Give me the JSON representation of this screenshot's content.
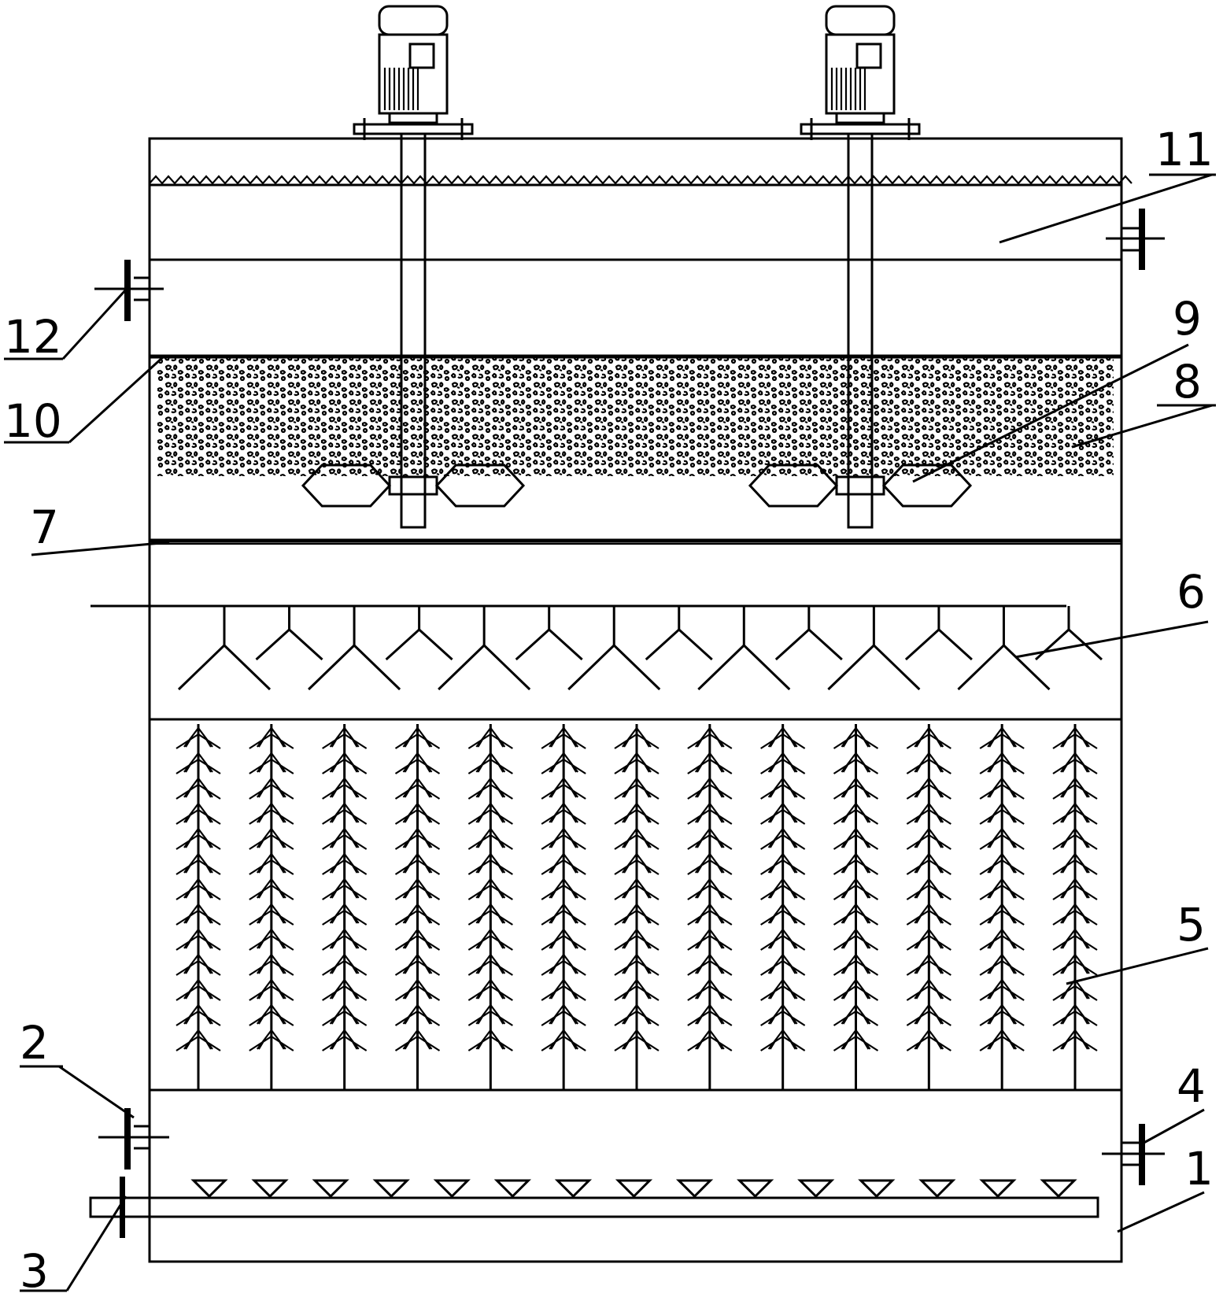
{
  "labels": {
    "l1": "1",
    "l2": "2",
    "l3": "3",
    "l4": "4",
    "l5": "5",
    "l6": "6",
    "l7": "7",
    "l8": "8",
    "l9": "9",
    "l10": "10",
    "l11": "11",
    "l12": "12"
  },
  "counts": {
    "brush_columns": 13,
    "brush_tiers": 13,
    "spray_nozzles": 14,
    "aerators": 15,
    "motors": 2
  }
}
